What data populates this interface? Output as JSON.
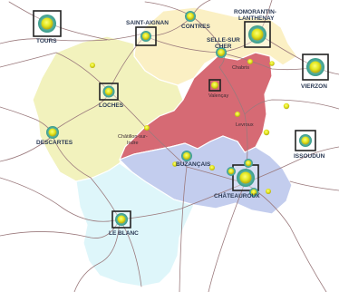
{
  "colors": {
    "region_north": "#fbf0c4",
    "region_west": "#f2f2bd",
    "region_center": "#d66a74",
    "region_south_east": "#c3cdee",
    "region_south": "#def6fa",
    "road": "#9b7a7d",
    "marker_outer": "#4fae9e",
    "marker_inner": "#eaf226"
  },
  "labels": {
    "tours": "TOURS",
    "saint_aignan": "SAINT-AIGNAN",
    "contres": "CONTRES",
    "romorantin_1": "ROMORANTIN-",
    "romorantin_2": "LANTHENAY",
    "selles_1": "SELLE-SUR",
    "selles_2": "CHER",
    "chabris": "Chabris",
    "vierzon": "VIERZON",
    "valencay": "Valençay",
    "loches": "LOCHES",
    "levroux": "Levroux",
    "chatillon_1": "Châtillon-sur-",
    "chatillon_2": "Indre",
    "descartes": "DESCARTES",
    "issoudun": "ISSOUDUN",
    "buzancais": "BUZANÇAIS",
    "chateauroux": "CHÂTEAUROUX",
    "le_blanc": "LE BLANC"
  },
  "icons": {
    "city_marker": "map-pin-dot-icon",
    "city_frame": "framed-city-icon"
  }
}
